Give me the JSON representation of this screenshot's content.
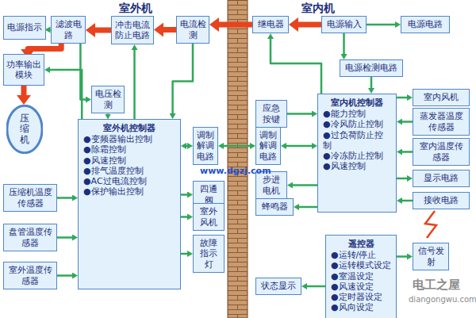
{
  "diagram": {
    "nodes": [
      {
        "text": [
          "电源指示"
        ]
      },
      {
        "text": [
          "滤波电路"
        ]
      },
      {
        "text": [
          "冲击电流防止电路"
        ]
      },
      {
        "text": [
          "电流检测"
        ]
      },
      {
        "text": [
          "功率输出模块"
        ]
      },
      {
        "text": [
          "压缩机"
        ]
      },
      {
        "text": [
          "电压检测"
        ]
      },
      {
        "text": [
          "室外机控制器",
          "●变频器输出控制",
          "●除霜控制",
          "●风速控制",
          "●排气温度控制",
          "●AC过电流控制",
          "●保护输出控制"
        ]
      },
      {
        "text": [
          "调制解调电路"
        ]
      },
      {
        "text": [
          "压缩机温度传感器"
        ]
      },
      {
        "text": [
          "盘管温度传感器"
        ]
      },
      {
        "text": [
          "室外温度传感器"
        ]
      },
      {
        "text": [
          "四通阀"
        ]
      },
      {
        "text": [
          "室外风机"
        ]
      },
      {
        "text": [
          "故障指示灯"
        ]
      },
      {
        "text": [
          "继电器"
        ]
      },
      {
        "text": [
          "电源输入"
        ]
      },
      {
        "text": [
          "电源电路"
        ]
      },
      {
        "text": [
          "电源检测电路"
        ]
      },
      {
        "text": [
          "室内机控制器",
          "●能力控制",
          "●冷风防止控制",
          "●过负荷防止控制",
          "●冷冻防止控制",
          "●风速控制"
        ]
      },
      {
        "text": [
          "应急按键"
        ]
      },
      {
        "text": [
          "调制解调电路"
        ]
      },
      {
        "text": [
          "步进电机"
        ]
      },
      {
        "text": [
          "蜂鸣器"
        ]
      },
      {
        "text": [
          "室内风机"
        ]
      },
      {
        "text": [
          "蒸发器温度传感器"
        ]
      },
      {
        "text": [
          "室内温度传感器"
        ]
      },
      {
        "text": [
          "显示电路"
        ]
      },
      {
        "text": [
          "接收电路"
        ]
      },
      {
        "text": [
          "遥控器",
          "●运转/停止",
          "●运转模式设定",
          "●室温设定",
          "●风速设定",
          "●定时器设定",
          "●风向设定"
        ]
      },
      {
        "text": [
          "信号发射"
        ]
      },
      {
        "text": [
          "状态显示"
        ]
      }
    ],
    "edges": [
      {
        "from": 1,
        "to": 0,
        "arrow": "to"
      },
      {
        "from": 2,
        "to": 1,
        "arrow": "to"
      },
      {
        "from": 3,
        "to": 2,
        "arrow": "to"
      },
      {
        "from": 15,
        "to": 3,
        "arrow": "to"
      },
      {
        "from": 16,
        "to": 15,
        "arrow": "to"
      },
      {
        "from": 16,
        "to": 17,
        "arrow": "to"
      },
      {
        "from": 16,
        "to": 18,
        "arrow": "to"
      },
      {
        "from": 18,
        "to": 19,
        "arrow": "to"
      },
      {
        "from": 1,
        "to": 4,
        "arrow": "to"
      },
      {
        "from": 4,
        "to": 5,
        "arrow": "to"
      },
      {
        "from": 1,
        "to": 6,
        "arrow": "to"
      },
      {
        "from": 7,
        "to": 4,
        "arrow": "to"
      },
      {
        "from": 6,
        "to": 7,
        "arrow": "to"
      },
      {
        "from": 7,
        "to": 2,
        "arrow": "to"
      },
      {
        "from": 3,
        "to": 7,
        "arrow": "to"
      },
      {
        "from": 7,
        "to": 8,
        "arrow": "both"
      },
      {
        "from": 8,
        "to": 21,
        "arrow": "both"
      },
      {
        "from": 21,
        "to": 19,
        "arrow": "both"
      },
      {
        "from": 9,
        "to": 7,
        "arrow": "to"
      },
      {
        "from": 10,
        "to": 7,
        "arrow": "to"
      },
      {
        "from": 11,
        "to": 7,
        "arrow": "to"
      },
      {
        "from": 7,
        "to": 12,
        "arrow": "to"
      },
      {
        "from": 7,
        "to": 13,
        "arrow": "to"
      },
      {
        "from": 7,
        "to": 14,
        "arrow": "to"
      },
      {
        "from": 19,
        "to": 15,
        "arrow": "to"
      },
      {
        "from": 20,
        "to": 19,
        "arrow": "to"
      },
      {
        "from": 19,
        "to": 22,
        "arrow": "to"
      },
      {
        "from": 19,
        "to": 23,
        "arrow": "to"
      },
      {
        "from": 19,
        "to": 24,
        "arrow": "to"
      },
      {
        "from": 25,
        "to": 19,
        "arrow": "to"
      },
      {
        "from": 26,
        "to": 19,
        "arrow": "to"
      },
      {
        "from": 19,
        "to": 27,
        "arrow": "to"
      },
      {
        "from": 28,
        "to": 19,
        "arrow": "to"
      },
      {
        "from": 29,
        "to": 30,
        "arrow": "to"
      },
      {
        "from": 29,
        "to": 31,
        "arrow": "to"
      }
    ],
    "labels": [
      "室外机",
      "室内机",
      "www.dgzj.com",
      "电工之屋",
      "diangongwu.com"
    ]
  }
}
